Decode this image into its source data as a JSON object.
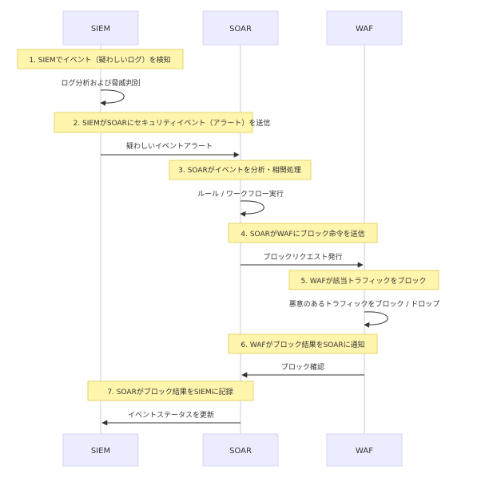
{
  "participants": {
    "siem": "SIEM",
    "soar": "SOAR",
    "waf": "WAF"
  },
  "notes": {
    "n1": "1. SIEMでイベント（疑わしいログ）を検知",
    "n2": "2. SIEMがSOARにセキュリティイベント（アラート）を送信",
    "n3": "3. SOARがイベントを分析・相関処理",
    "n4": "4. SOARがWAFにブロック命令を送信",
    "n5": "5. WAFが該当トラフィックをブロック",
    "n6": "6. WAFがブロック結果をSOARに通知",
    "n7": "7. SOARがブロック結果をSIEMに記録"
  },
  "messages": {
    "m1": "ログ分析および脅威判別",
    "m2": "疑わしいイベントアラート",
    "m3": "ルール / ワークフロー実行",
    "m4": "ブロックリクエスト発行",
    "m5": "悪意のあるトラフィックをブロック / ドロップ",
    "m6": "ブロック確認",
    "m7": "イベントステータスを更新"
  }
}
